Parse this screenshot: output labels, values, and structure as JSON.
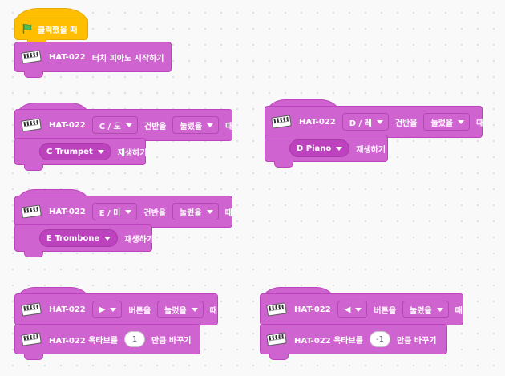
{
  "colors": {
    "extension_block": "#cf63cf",
    "extension_border": "#bd42bd",
    "event_block": "#ffbf00",
    "flag": "#4cbf56",
    "background": "#f9f9f9"
  },
  "event_script": {
    "hat_label": "클릭했을 때",
    "hat_icon": "green-flag-icon",
    "command": {
      "prefix": "HAT-022",
      "label": "터치 피아노 시작하기",
      "icon": "piano-keyboard-icon"
    }
  },
  "key_scripts": [
    {
      "device": "HAT-022",
      "key": "C / 도",
      "key_suffix": "건반을",
      "action": "눌렀을",
      "end": "때",
      "sound": "C Trumpet",
      "command": "재생하기"
    },
    {
      "device": "HAT-022",
      "key": "D / 레",
      "key_suffix": "건반을",
      "action": "눌렀을",
      "end": "때",
      "sound": "D Piano",
      "command": "재생하기"
    },
    {
      "device": "HAT-022",
      "key": "E / 미",
      "key_suffix": "건반을",
      "action": "눌렀을",
      "end": "때",
      "sound": "E Trombone",
      "command": "재생하기"
    }
  ],
  "octave_scripts": [
    {
      "device": "HAT-022",
      "button": "▶",
      "button_suffix": "버튼을",
      "action": "눌렀을",
      "end": "때",
      "command_prefix": "HAT-022 옥타브를",
      "value": "1",
      "command_suffix": "만큼 바꾸기"
    },
    {
      "device": "HAT-022",
      "button": "◀",
      "button_suffix": "버튼을",
      "action": "눌렀을",
      "end": "때",
      "command_prefix": "HAT-022 옥타브를",
      "value": "-1",
      "command_suffix": "만큼 바꾸기"
    }
  ]
}
